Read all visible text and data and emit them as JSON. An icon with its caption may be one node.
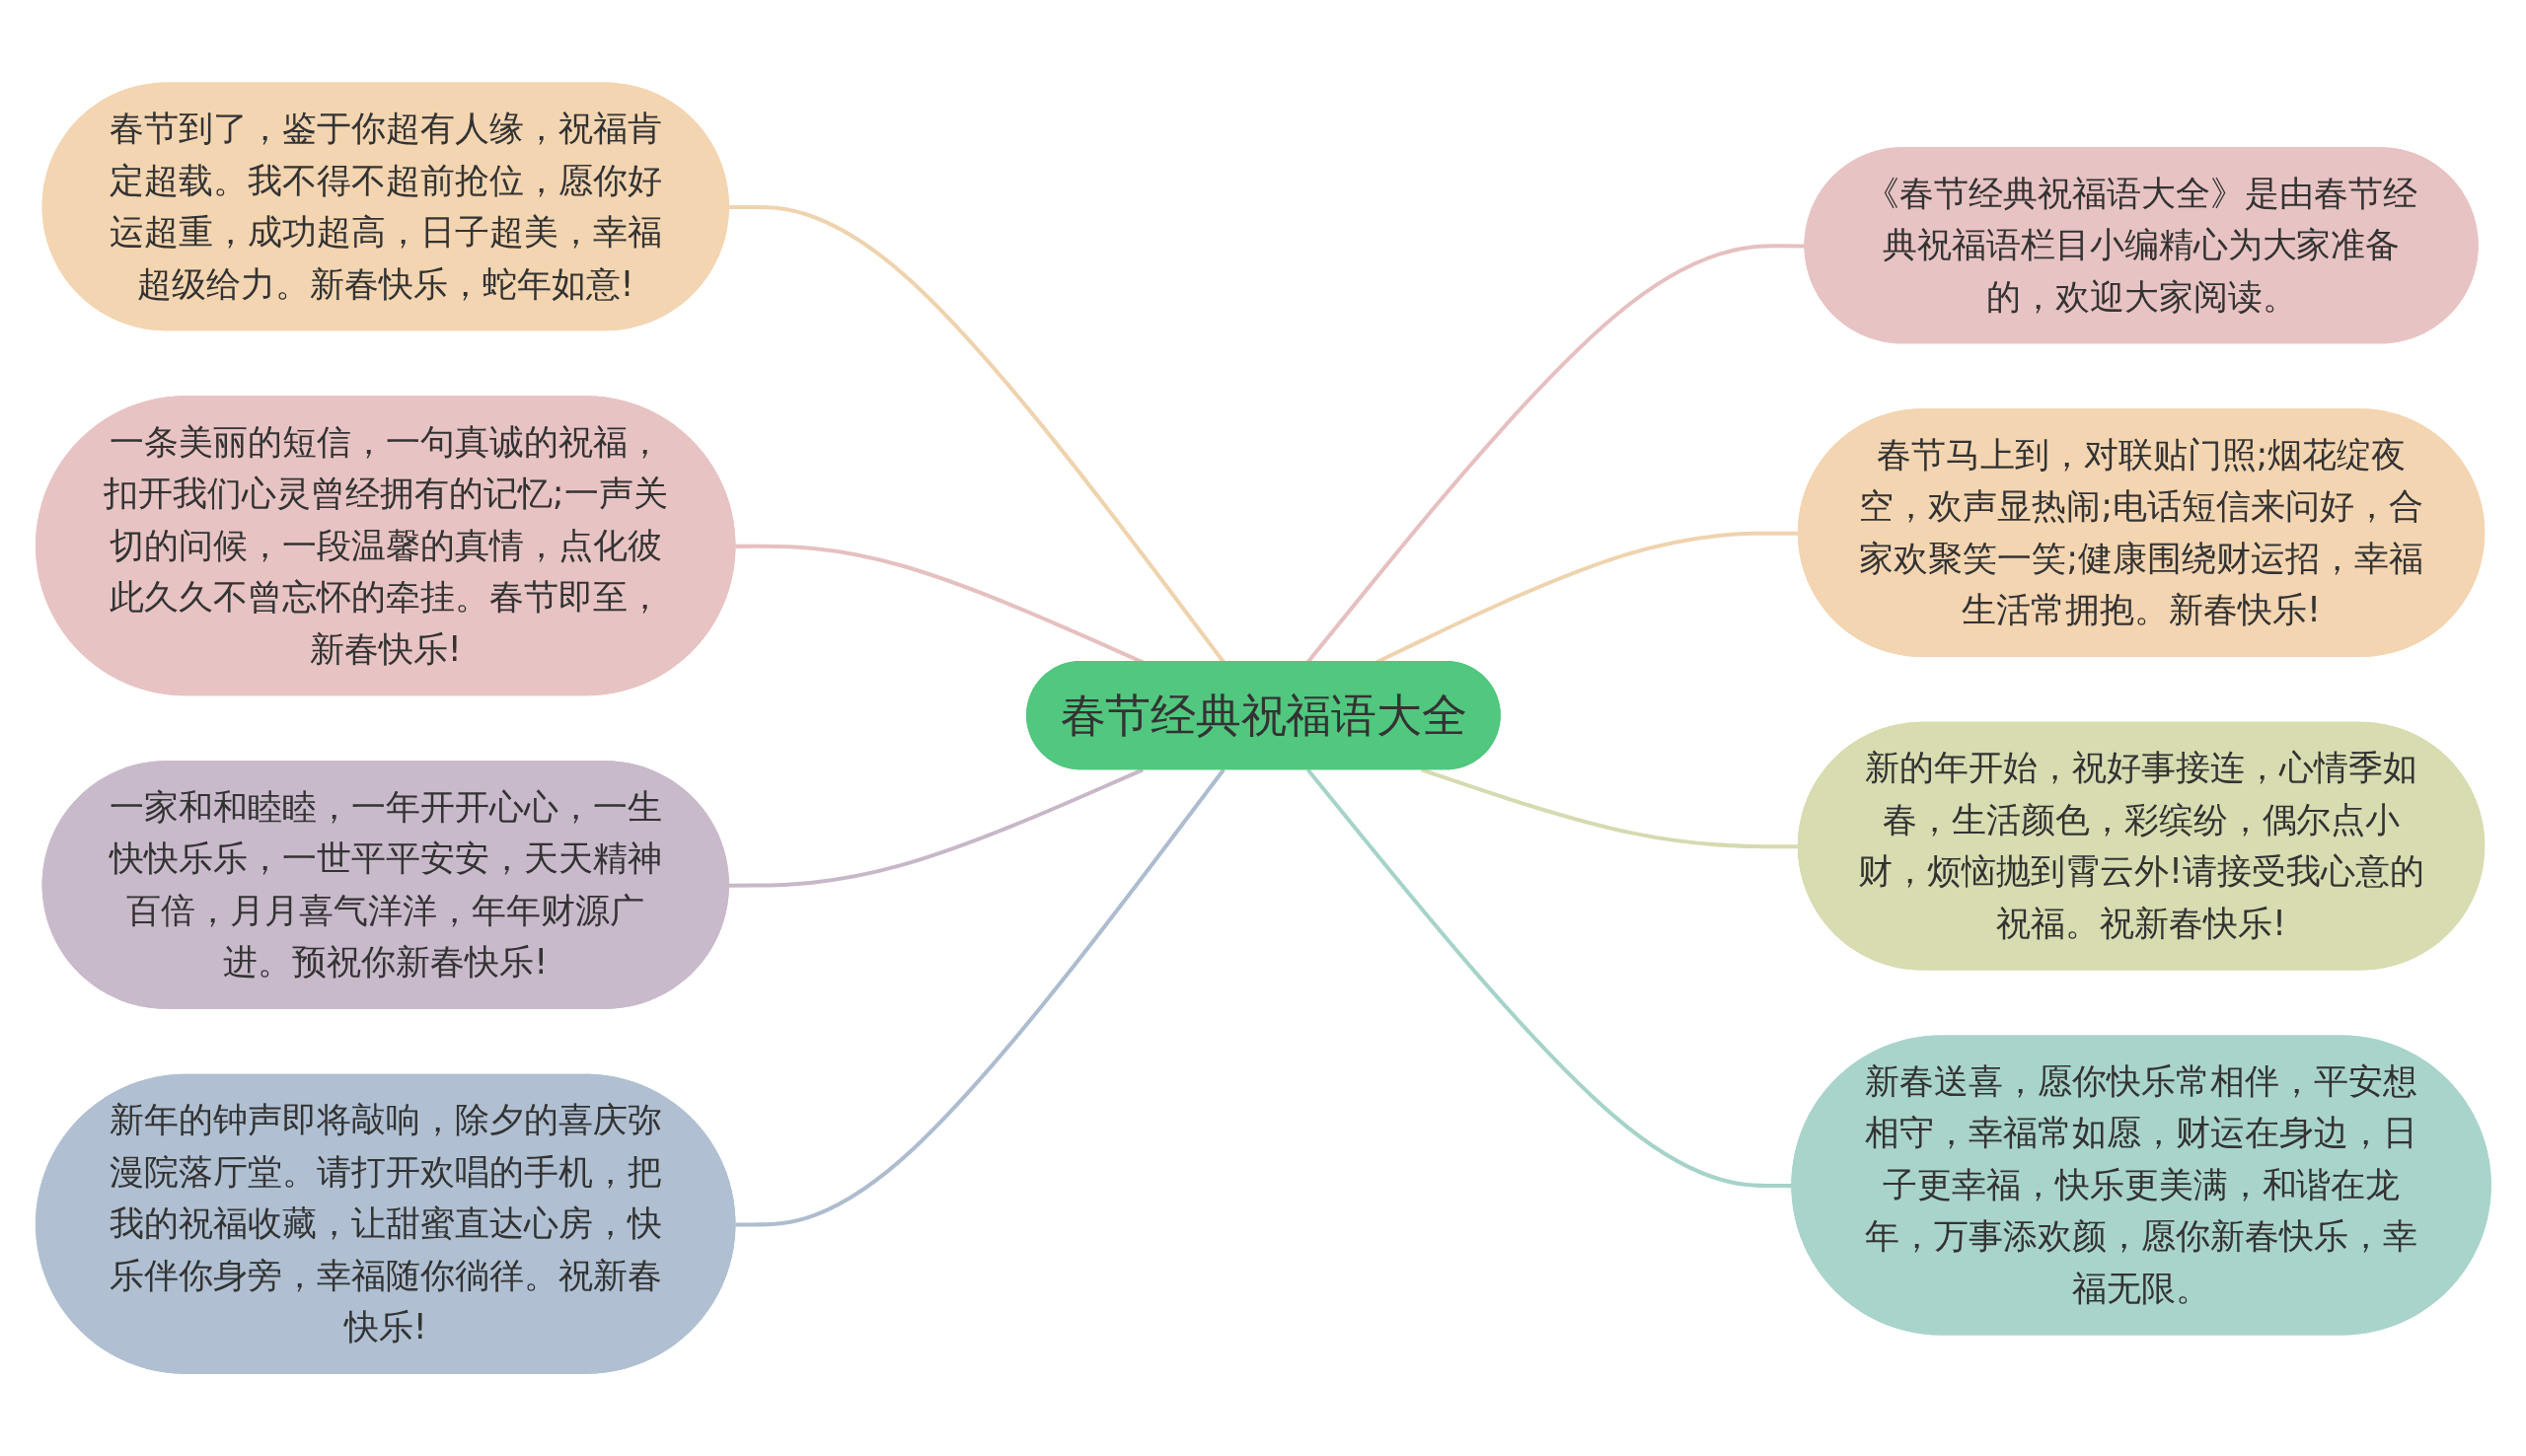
{
  "diagram": {
    "nodes": [
      {
        "text": [
          "春节经典祝福语大全"
        ]
      },
      {
        "text": [
          "春节到了，鉴于你超有人缘，祝福肯定超载。我不得不超前抢位，愿你好运超重，成功超高，日子超美，幸福超级给力。新春快乐，蛇年如意!"
        ]
      },
      {
        "text": [
          "一条美丽的短信，一句真诚的祝福，扣开我们心灵曾经拥有的记忆;一声关切的问候，一段温馨的真情，点化彼此久久不曾忘怀的牵挂。春节即至，新春快乐!"
        ]
      },
      {
        "text": [
          "一家和和睦睦，一年开开心心，一生快快乐乐，一世平平安安，天天精神百倍，月月喜气洋洋，年年财源广进。预祝你新春快乐!"
        ]
      },
      {
        "text": [
          "新年的钟声即将敲响，除夕的喜庆弥漫院落厅堂。请打开欢唱的手机，把我的祝福收藏，让甜蜜直达心房，快乐伴你身旁，幸福随你徜徉。祝新春快乐!"
        ]
      },
      {
        "text": [
          "《春节经典祝福语大全》是由春节经典祝福语栏目小编精心为大家准备的，欢迎大家阅读。"
        ]
      },
      {
        "text": [
          "春节马上到，对联贴门照;烟花绽夜空，欢声显热闹;电话短信来问好，合家欢聚笑一笑;健康围绕财运招，幸福生活常拥抱。新春快乐!"
        ]
      },
      {
        "text": [
          "新的年开始，祝好事接连，心情季如春，生活颜色，彩缤纷，偶尔点小财，烦恼抛到霄云外!请接受我心意的祝福。祝新春快乐!"
        ]
      },
      {
        "text": [
          "新春送喜，愿你快乐常相伴，平安想相守，幸福常如愿，财运在身边，日子更幸福，快乐更美满，和谐在龙年，万事添欢颜，愿你新春快乐，幸福无限。"
        ]
      }
    ],
    "edges": [
      {
        "from": 1,
        "to": 0,
        "arrow": "none",
        "color": "#efd3ae"
      },
      {
        "from": 2,
        "to": 0,
        "arrow": "none",
        "color": "#e6c0c0"
      },
      {
        "from": 3,
        "to": 0,
        "arrow": "none",
        "color": "#c7b7c8"
      },
      {
        "from": 4,
        "to": 0,
        "arrow": "none",
        "color": "#adbdcf"
      },
      {
        "from": 0,
        "to": 5,
        "arrow": "none",
        "color": "#e6c0c0"
      },
      {
        "from": 0,
        "to": 6,
        "arrow": "none",
        "color": "#efd3ae"
      },
      {
        "from": 0,
        "to": 7,
        "arrow": "none",
        "color": "#d6dab0"
      },
      {
        "from": 0,
        "to": 8,
        "arrow": "none",
        "color": "#a6d3c9"
      }
    ]
  }
}
